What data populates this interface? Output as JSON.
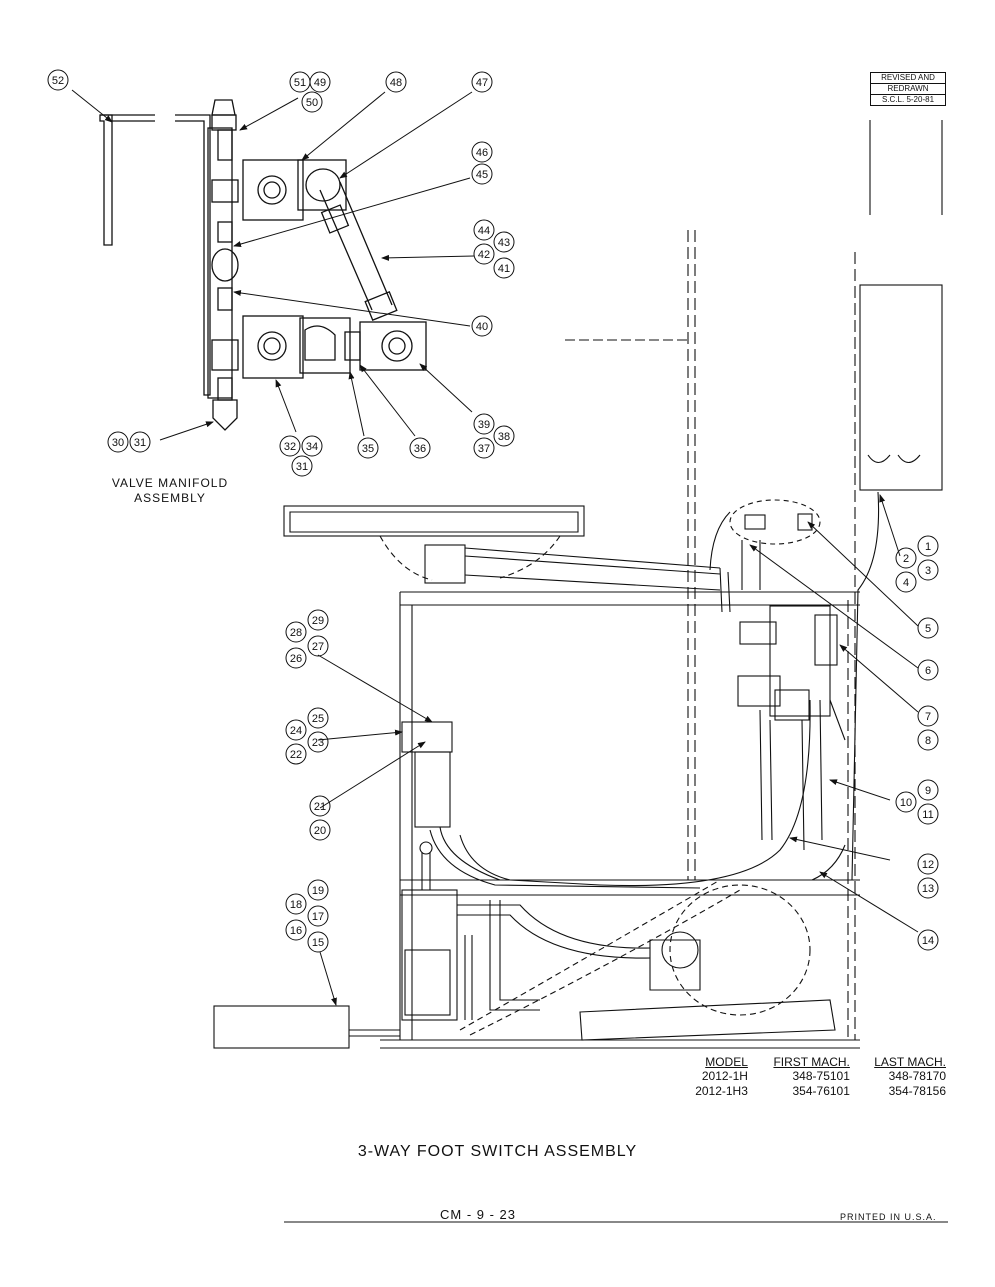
{
  "manifold_caption": [
    "VALVE MANIFOLD",
    "ASSEMBLY"
  ],
  "revision": [
    "REVISED AND",
    "REDRAWN",
    "S.C.L. 5-20-81"
  ],
  "callouts": {
    "c1": "1",
    "c2": "2",
    "c3": "3",
    "c4": "4",
    "c5": "5",
    "c6": "6",
    "c7": "7",
    "c8": "8",
    "c9": "9",
    "c10": "10",
    "c11": "11",
    "c12": "12",
    "c13": "13",
    "c14": "14",
    "c15": "15",
    "c16": "16",
    "c17": "17",
    "c18": "18",
    "c19": "19",
    "c20": "20",
    "c21": "21",
    "c22": "22",
    "c23": "23",
    "c24": "24",
    "c25": "25",
    "c26": "26",
    "c27": "27",
    "c28": "28",
    "c29": "29",
    "c30": "30",
    "c31": "31",
    "c31b": "31",
    "c32": "32",
    "c34": "34",
    "c35": "35",
    "c36": "36",
    "c37": "37",
    "c38": "38",
    "c39": "39",
    "c40": "40",
    "c41": "41",
    "c42": "42",
    "c43": "43",
    "c44": "44",
    "c45": "45",
    "c46": "46",
    "c47": "47",
    "c48": "48",
    "c49": "49",
    "c50": "50",
    "c51": "51",
    "c52": "52"
  },
  "model_table": {
    "headers": [
      "MODEL",
      "FIRST MACH.",
      "LAST MACH."
    ],
    "rows": [
      [
        "2012-1H",
        "348-75101",
        "348-78170"
      ],
      [
        "2012-1H3",
        "354-76101",
        "354-78156"
      ]
    ]
  },
  "title": "3-WAY FOOT SWITCH ASSEMBLY",
  "page_number": "CM - 9 - 23",
  "printed": "PRINTED IN U.S.A."
}
